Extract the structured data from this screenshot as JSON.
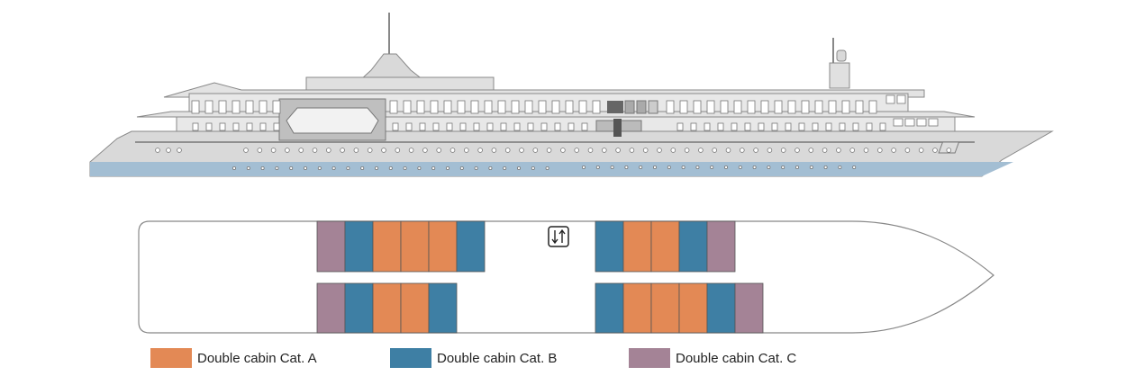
{
  "colors": {
    "cat_a": "#E38955",
    "cat_b": "#3E7FA4",
    "cat_c": "#A48396",
    "hull": "#D9D9D9",
    "waterline": "#A3BED3",
    "outline": "#888888"
  },
  "legend": {
    "cat_a": "Double cabin Cat. A",
    "cat_b": "Double cabin Cat. B",
    "cat_c": "Double cabin Cat. C"
  },
  "icons": {
    "elevator": "elevator-icon"
  },
  "deck_plan": {
    "top_row_aft": [
      "C",
      "B",
      "A",
      "A",
      "A",
      "B"
    ],
    "top_row_fwd": [
      "B",
      "A",
      "A",
      "B",
      "C"
    ],
    "bottom_row_aft": [
      "C",
      "B",
      "A",
      "A",
      "B"
    ],
    "bottom_row_fwd": [
      "B",
      "A",
      "A",
      "A",
      "B",
      "C"
    ]
  }
}
